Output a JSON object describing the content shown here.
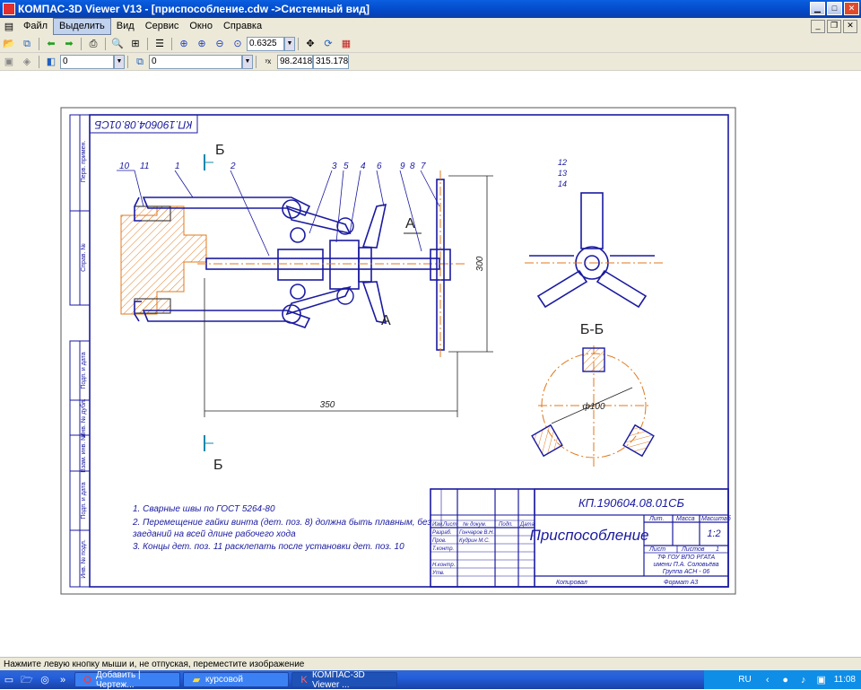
{
  "window": {
    "title": "КОМПАС-3D Viewer V13 - [приспособление.cdw ->Системный вид]"
  },
  "menu": {
    "items": [
      "Файл",
      "Выделить",
      "Вид",
      "Сервис",
      "Окно",
      "Справка"
    ]
  },
  "toolbar": {
    "zoom_value": "0.6325",
    "layer_value": "0",
    "style_value": "0",
    "coord_x": "98.2418",
    "coord_y": "315.178"
  },
  "drawing": {
    "stamp_rotated": "КП.190604.08.01СБ",
    "section_label": "Б",
    "view_label": "А",
    "section_title": "Б-Б",
    "dim_300": "300",
    "dim_350": "350",
    "dim_diameter": "ф100",
    "callouts": [
      "10",
      "11",
      "1",
      "2",
      "3",
      "5",
      "4",
      "6",
      "9",
      "8",
      "7"
    ],
    "callouts_side": [
      "12",
      "13",
      "14"
    ],
    "notes": [
      "1. Сварные швы по ГОСТ 5264-80",
      "2. Перемещение гайки винта (дет. поз. 8) должна быть плавным, без",
      "заеданий на всей длине рабочего хода",
      "3. Концы дет. поз. 11 расклепать после установки дет. поз. 10"
    ],
    "side_cols": [
      "Перв. примен.",
      "Справ. №",
      "Подп. и дата",
      "Инв. № дубл.",
      "Взам. инв. №",
      "Подп. и дата",
      "Инв. № подл."
    ],
    "title_block": {
      "code": "КП.190604.08.01СБ",
      "name": "Приспособление",
      "lit_label": "Лит.",
      "mass_label": "Масса",
      "scale_label": "Масштаб",
      "scale_value": "1:2",
      "sheet_label": "Лист",
      "sheets_label": "Листов",
      "sheets_value": "1",
      "org_line1": "ТФ ГОУ ВПО РГАТА",
      "org_line2": "имени П.А. Соловьёва",
      "org_line3": "Группа АСН - 06",
      "header_cells": [
        "Изм.",
        "Лист",
        "№ докум.",
        "Подп.",
        "Дата"
      ],
      "rows": [
        [
          "Разраб.",
          "Гончаров В.Н."
        ],
        [
          "Пров.",
          "Кудрин М.С."
        ],
        [
          "Т.контр.",
          ""
        ],
        [
          "Н.контр.",
          ""
        ],
        [
          "Утв.",
          ""
        ]
      ],
      "copied": "Копировал",
      "format": "Формат А3"
    }
  },
  "status": {
    "text": "Нажмите левую кнопку мыши и, не отпуская, переместите изображение"
  },
  "taskbar": {
    "items": [
      {
        "label": "Добавить | Чертеж...",
        "active": false
      },
      {
        "label": "курсовой",
        "active": false
      },
      {
        "label": "КОМПАС-3D Viewer ...",
        "active": true
      }
    ],
    "lang": "RU",
    "time": "11:08"
  },
  "colors": {
    "blue": "#1a1aa0",
    "orange": "#e07a1f",
    "accent": "#0a5fe0"
  }
}
